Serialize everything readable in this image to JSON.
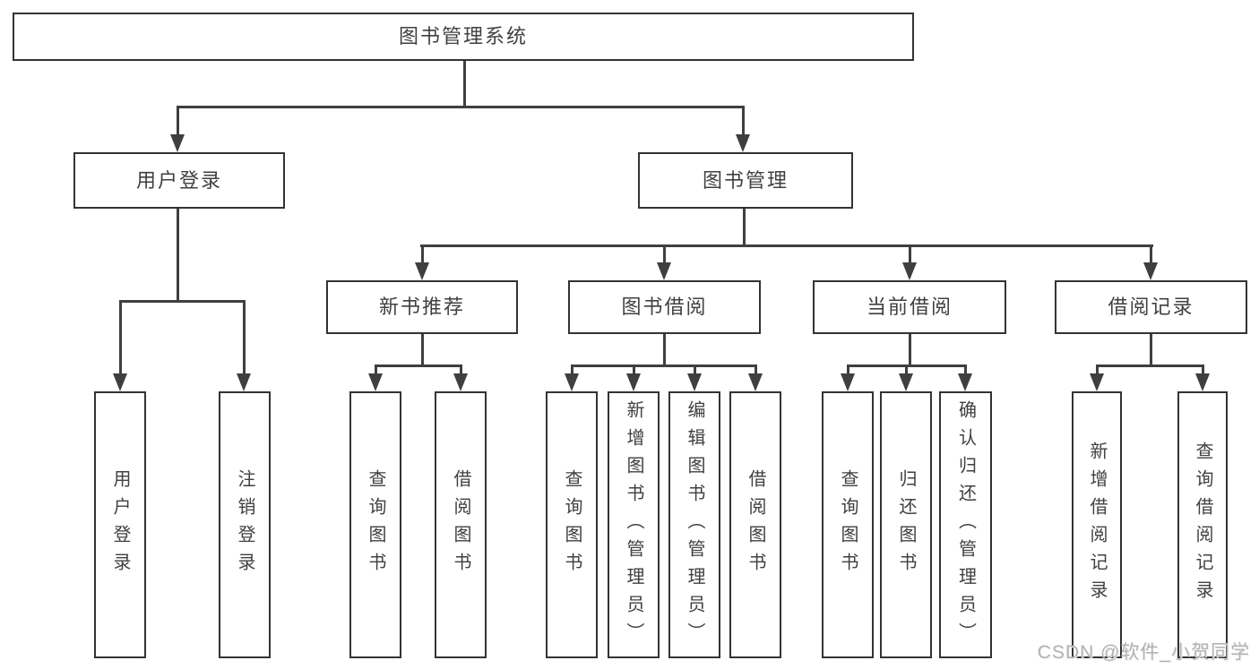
{
  "colors": {
    "bg": "#ffffff",
    "line": "#3f3f3f",
    "border": "#333333",
    "text": "#404040",
    "watermark": "#b3b3b3"
  },
  "watermark": "CSDN @软件_小贺同学",
  "tree": {
    "root": "图书管理系统",
    "branches": [
      {
        "label": "用户登录",
        "children": [
          "用户登录",
          "注销登录"
        ]
      },
      {
        "label": "图书管理",
        "groups": [
          {
            "label": "新书推荐",
            "children": [
              "查询图书",
              "借阅图书"
            ]
          },
          {
            "label": "图书借阅",
            "children": [
              "查询图书",
              "新增图书（管理员）",
              "编辑图书（管理员）",
              "借阅图书"
            ]
          },
          {
            "label": "当前借阅",
            "children": [
              "查询图书",
              "归还图书",
              "确认归还（管理员）"
            ]
          },
          {
            "label": "借阅记录",
            "children": [
              "新增借阅记录",
              "查询借阅记录"
            ]
          }
        ]
      }
    ]
  }
}
